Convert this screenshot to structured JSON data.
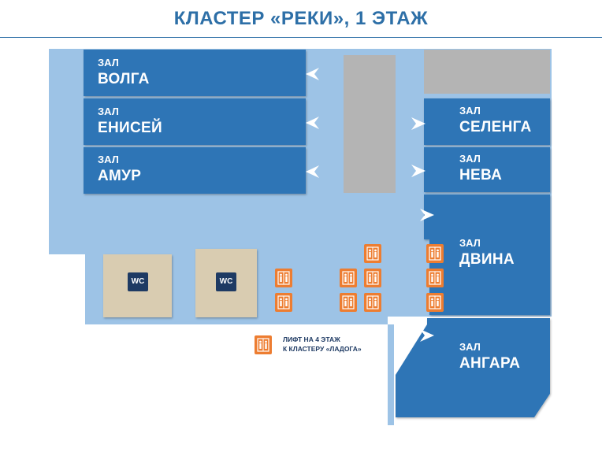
{
  "title": "КЛАСТЕР «РЕКИ», 1 ЭТАЖ",
  "hall_prefix": "ЗАЛ",
  "halls": [
    {
      "id": "volga",
      "name": "ВОЛГА"
    },
    {
      "id": "enisei",
      "name": "ЕНИСЕЙ"
    },
    {
      "id": "amur",
      "name": "АМУР"
    },
    {
      "id": "selenga",
      "name": "СЕЛЕНГА"
    },
    {
      "id": "neva",
      "name": "НЕВА"
    },
    {
      "id": "dvina",
      "name": "ДВИНА"
    },
    {
      "id": "angara",
      "name": "АНГАРА"
    }
  ],
  "wc_label": "WC",
  "legend": {
    "line1": "ЛИФТ НА 4 ЭТАЖ",
    "line2": "К КЛАСТЕРУ «ЛАДОГА»"
  },
  "icons": {
    "elevator": "elevator-icon",
    "entrance": "entrance-arrow-icon",
    "restroom": "restroom-icon"
  },
  "colors": {
    "title": "#2d6fa7",
    "corridor": "#9dc3e6",
    "hall": "#2e75b6",
    "wc_area": "#d9ccb1",
    "service_block": "#b4b4b4",
    "elevator": "#ed7d31",
    "wc_badge": "#1e3a63"
  }
}
